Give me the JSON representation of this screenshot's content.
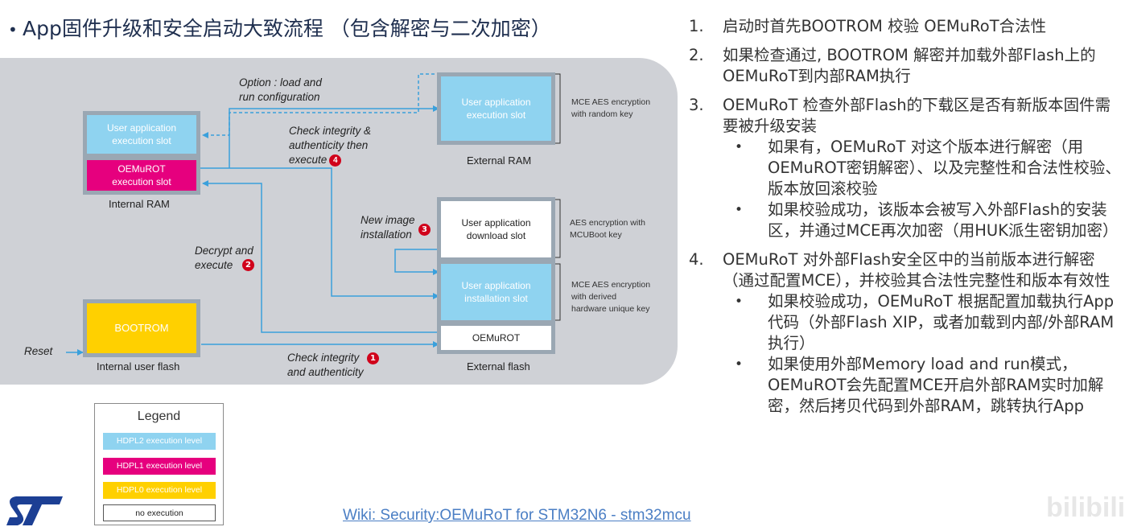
{
  "title": "App固件升级和安全启动大致流程 （包含解密与二次加密）",
  "diagram": {
    "boxes": {
      "user_app_exec_internal": "User application\nexecution slot",
      "oemurot_exec": "OEMuROT\nexecution slot",
      "user_app_exec_external": "User application\nexecution slot",
      "user_app_download": "User application\ndownload slot",
      "user_app_install": "User application\ninstallation slot",
      "oemurot_flash": "OEMuROT",
      "bootrom": "BOOTROM"
    },
    "labels": {
      "internal_ram": "Internal RAM",
      "external_ram": "External RAM",
      "internal_flash": "Internal user flash",
      "external_flash": "External flash",
      "reset": "Reset"
    },
    "notes": {
      "mce_random": "MCE AES encryption\nwith random key",
      "aes_mcuboot": "AES encryption with\nMCUBoot key",
      "mce_huk": "MCE AES encryption\nwith derived\nhardware unique key"
    },
    "annotations": {
      "option": "Option : load and\nrun configuration",
      "check_exec": "Check integrity &\nauthenticity then\nexecute",
      "new_image": "New image\ninstallation",
      "decrypt": "Decrypt and\nexecute",
      "check_auth": "Check integrity\nand authenticity"
    },
    "badges": {
      "one": "1",
      "two": "2",
      "three": "3",
      "four": "4"
    },
    "colors": {
      "hdpl2": "#8fd3f0",
      "hdpl1": "#e6007e",
      "hdpl0": "#ffd000",
      "arrow": "#3aa0dc",
      "badge": "#d0021b"
    }
  },
  "legend": {
    "title": "Legend",
    "items": [
      "HDPL2 execution level",
      "HDPL1 execution level",
      "HDPL0 execution level",
      "no execution"
    ]
  },
  "steps": [
    {
      "num": "1.",
      "text": "启动时首先BOOTROM 校验 OEMuRoT合法性"
    },
    {
      "num": "2.",
      "text": "如果检查通过, BOOTROM 解密并加载外部Flash上的OEMuRoT到内部RAM执行"
    },
    {
      "num": "3.",
      "text": "OEMuRoT 检查外部Flash的下载区是否有新版本固件需要被升级安装",
      "subs": [
        "如果有，OEMuRoT 对这个版本进行解密（用OEMuROT密钥解密）、以及完整性和合法性校验、版本放回滚校验",
        "如果校验成功，该版本会被写入外部Flash的安装区，并通过MCE再次加密（用HUK派生密钥加密）"
      ]
    },
    {
      "num": "4.",
      "text": "OEMuRoT 对外部Flash安全区中的当前版本进行解密（通过配置MCE），并校验其合法性完整性和版本有效性",
      "subs": [
        "如果校验成功，OEMuRoT 根据配置加载执行App代码（外部Flash XIP，或者加载到内部/外部RAM执行）",
        "如果使用外部Memory load and run模式，OEMuROT会先配置MCE开启外部RAM实时加解密，然后拷贝代码到外部RAM，跳转执行App"
      ]
    }
  ],
  "wiki_link": "Wiki: Security:OEMuRoT for STM32N6 - stm32mcu",
  "logo_text": "ST",
  "watermark": "bilibili"
}
